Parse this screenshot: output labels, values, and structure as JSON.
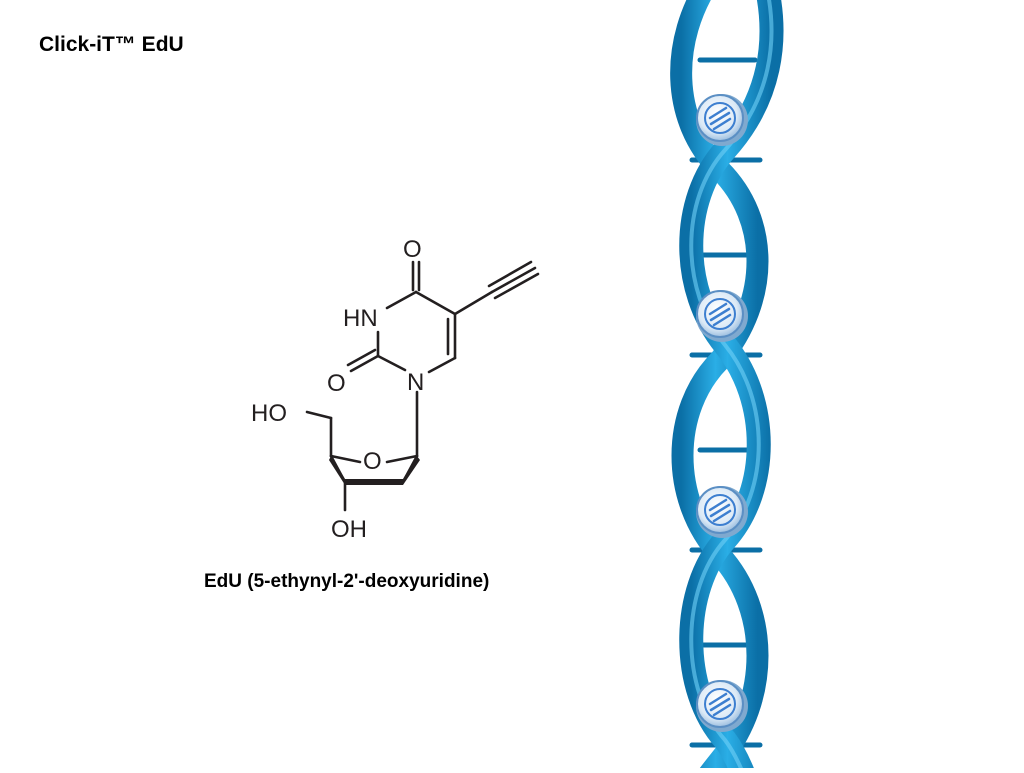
{
  "slide": {
    "title": "Click-iT™ EdU",
    "caption": "EdU (5-ethynyl-2ʹ-deoxyuridine)"
  },
  "molecule": {
    "atoms": {
      "carbonyl_o_top": "O",
      "nh": "HN",
      "carbonyl_o_left": "O",
      "n1": "N",
      "ho_5prime": "HO",
      "ring_o": "O",
      "oh_3prime": "OH"
    }
  },
  "colors": {
    "helix_blue": "#1f9ed8",
    "helix_dark": "#0b6fa6",
    "base_disc": "#cfe3f3",
    "base_mark": "#3d7fd0"
  },
  "icons": {
    "base_pair_marker": "striped-disc-icon"
  }
}
